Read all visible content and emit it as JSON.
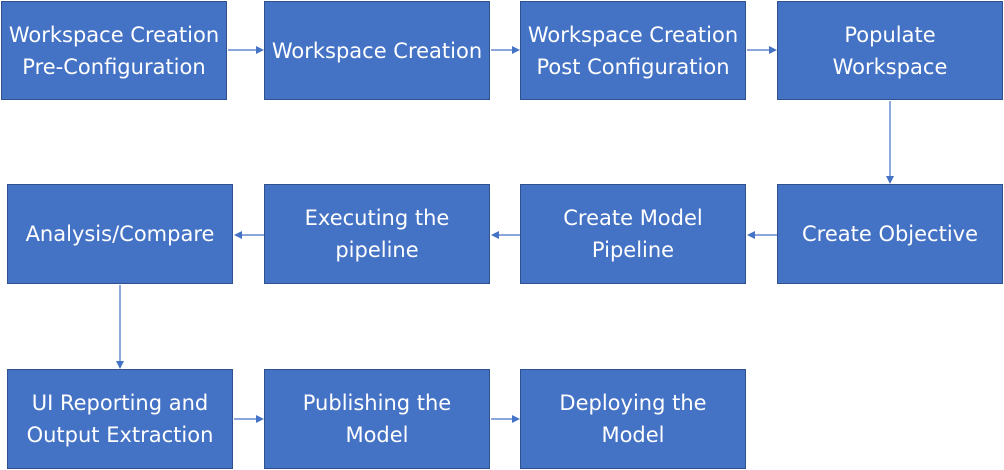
{
  "steps": {
    "workspace_creation_pre_configuration": "Workspace Creation Pre-Configuration",
    "workspace_creation": "Workspace Creation",
    "workspace_creation_post_configuration": "Workspace Creation Post Configuration",
    "populate_workspace": "Populate Workspace",
    "create_objective": "Create Objective",
    "create_model_pipeline": "Create Model Pipeline",
    "executing_the_pipeline": "Executing the pipeline",
    "analysis_compare": "Analysis/Compare",
    "ui_reporting_and_output_extraction": "UI Reporting and Output Extraction",
    "publishing_the_model": "Publishing the Model",
    "deploying_the_model": "Deploying the Model"
  },
  "colors": {
    "box_fill": "#4472c4",
    "box_border": "#2f528f",
    "box_text": "#ffffff",
    "arrow": "#4472c4"
  }
}
